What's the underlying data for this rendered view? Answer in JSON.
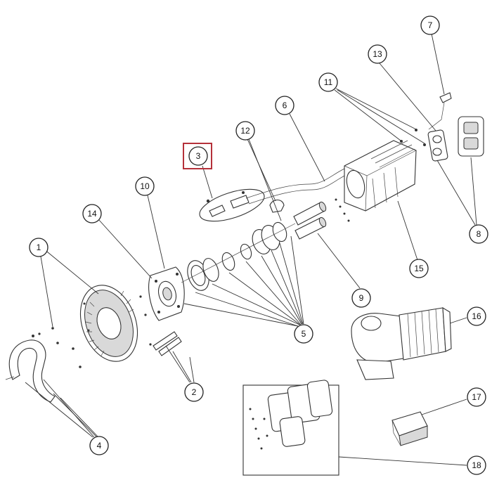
{
  "diagram": {
    "highlighted_callout": "3",
    "highlight_color": "#b5313a",
    "callouts": [
      {
        "id": "c1",
        "label": "1"
      },
      {
        "id": "c2",
        "label": "2"
      },
      {
        "id": "c3",
        "label": "3"
      },
      {
        "id": "c4",
        "label": "4"
      },
      {
        "id": "c5",
        "label": "5"
      },
      {
        "id": "c6",
        "label": "6"
      },
      {
        "id": "c7",
        "label": "7"
      },
      {
        "id": "c8",
        "label": "8"
      },
      {
        "id": "c9",
        "label": "9"
      },
      {
        "id": "c10",
        "label": "10"
      },
      {
        "id": "c11",
        "label": "11"
      },
      {
        "id": "c12",
        "label": "12"
      },
      {
        "id": "c13",
        "label": "13"
      },
      {
        "id": "c14",
        "label": "14"
      },
      {
        "id": "c15",
        "label": "15"
      },
      {
        "id": "c16",
        "label": "16"
      },
      {
        "id": "c17",
        "label": "17"
      },
      {
        "id": "c18",
        "label": "18"
      }
    ]
  }
}
